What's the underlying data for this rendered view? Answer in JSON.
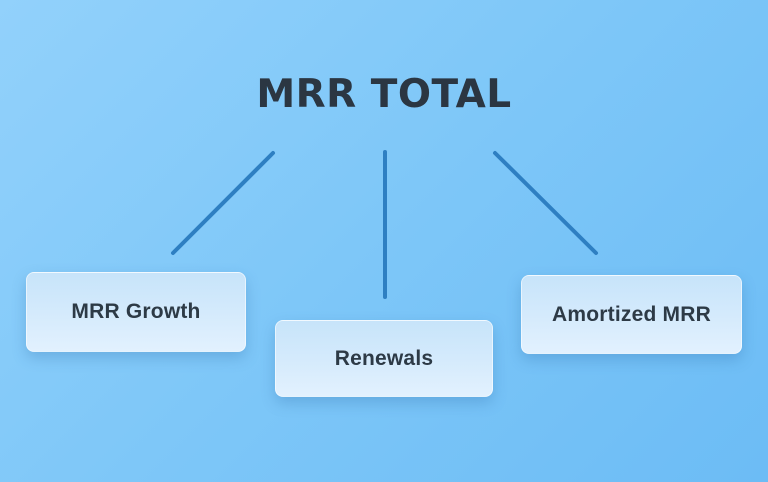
{
  "diagram": {
    "title": "MRR TOTAL",
    "nodes": [
      {
        "id": "mrr-growth",
        "label": "MRR Growth"
      },
      {
        "id": "renewals",
        "label": "Renewals"
      },
      {
        "id": "amortized-mrr",
        "label": "Amortized MRR"
      }
    ],
    "edges": [
      {
        "from": "MRR TOTAL",
        "to": "MRR Growth"
      },
      {
        "from": "MRR TOTAL",
        "to": "Renewals"
      },
      {
        "from": "MRR TOTAL",
        "to": "Amortized MRR"
      }
    ],
    "colors": {
      "background_top_left": "#92d1fb",
      "background_bottom_right": "#6cbcf5",
      "connector": "#2e7fc2",
      "title_text": "#2b3642",
      "node_text": "#2d3a46",
      "node_fill_top": "#c7e4fa",
      "node_fill_bottom": "#e2f1fe"
    }
  }
}
